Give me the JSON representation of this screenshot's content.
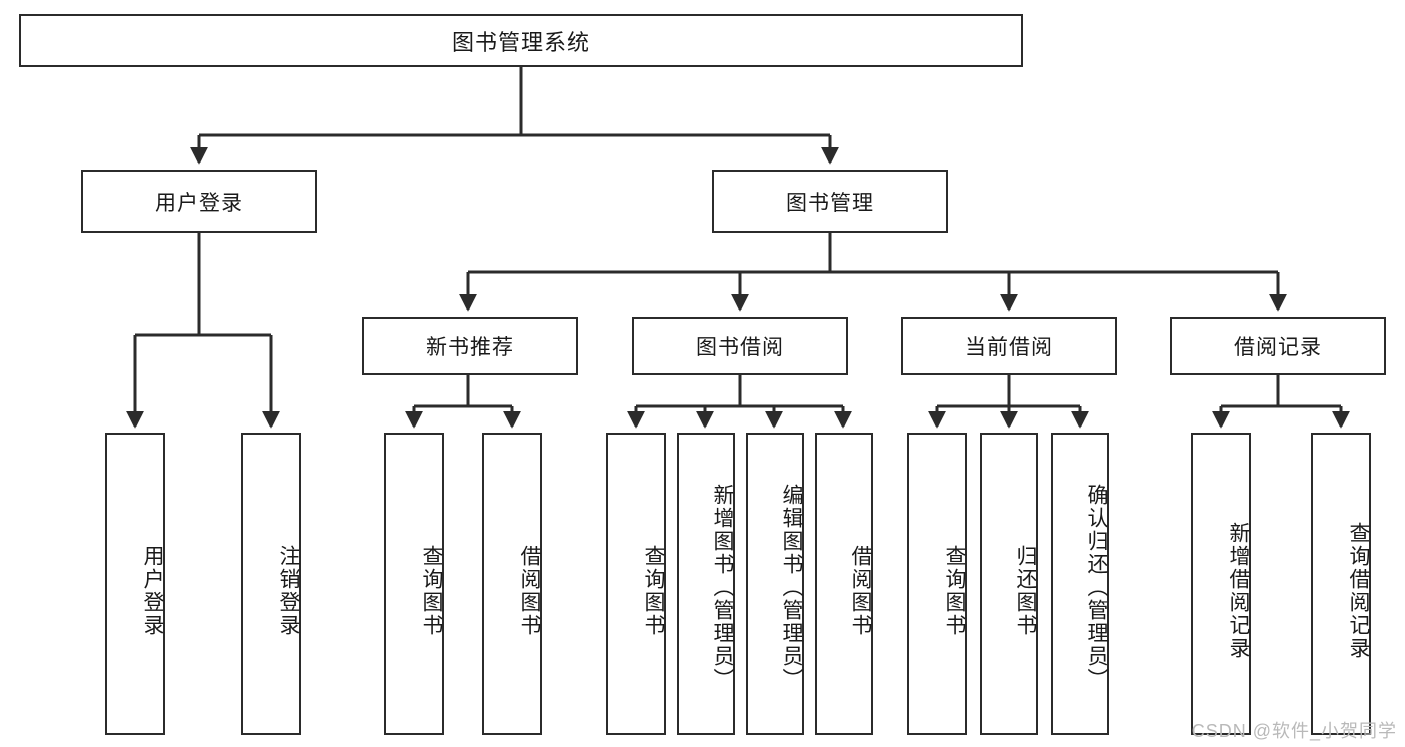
{
  "diagram": {
    "type": "tree-hierarchy",
    "title": "图书管理系统",
    "root": {
      "id": "root",
      "label": "图书管理系统"
    },
    "level2": [
      {
        "id": "user-login",
        "label": "用户登录"
      },
      {
        "id": "book-manage",
        "label": "图书管理"
      }
    ],
    "level3": [
      {
        "id": "new-book-rec",
        "label": "新书推荐",
        "parent": "book-manage"
      },
      {
        "id": "book-borrow",
        "label": "图书借阅",
        "parent": "book-manage"
      },
      {
        "id": "current-borrow",
        "label": "当前借阅",
        "parent": "book-manage"
      },
      {
        "id": "borrow-record",
        "label": "借阅记录",
        "parent": "book-manage"
      }
    ],
    "leaves": {
      "user_login": [
        {
          "id": "leaf-user-login",
          "label": "用户登录"
        },
        {
          "id": "leaf-logout",
          "label": "注销登录"
        }
      ],
      "new_book_rec": [
        {
          "id": "leaf-query-book-1",
          "label": "查询图书"
        },
        {
          "id": "leaf-borrow-book-1",
          "label": "借阅图书"
        }
      ],
      "book_borrow": [
        {
          "id": "leaf-query-book-2",
          "label": "查询图书"
        },
        {
          "id": "leaf-add-book",
          "label": "新增图书（管理员）"
        },
        {
          "id": "leaf-edit-book",
          "label": "编辑图书（管理员）"
        },
        {
          "id": "leaf-borrow-book-2",
          "label": "借阅图书"
        }
      ],
      "current_borrow": [
        {
          "id": "leaf-query-book-3",
          "label": "查询图书"
        },
        {
          "id": "leaf-return-book",
          "label": "归还图书"
        },
        {
          "id": "leaf-confirm-return",
          "label": "确认归还（管理员）"
        }
      ],
      "borrow_record": [
        {
          "id": "leaf-add-record",
          "label": "新增借阅记录"
        },
        {
          "id": "leaf-query-record",
          "label": "查询借阅记录"
        }
      ]
    },
    "colors": {
      "border": "#2b2b2b",
      "background": "#ffffff",
      "text": "#1a1a1a",
      "connector": "#2b2b2b",
      "watermark": "#b9b9b9"
    }
  },
  "watermark": {
    "text": "CSDN @软件_小贺同学"
  }
}
